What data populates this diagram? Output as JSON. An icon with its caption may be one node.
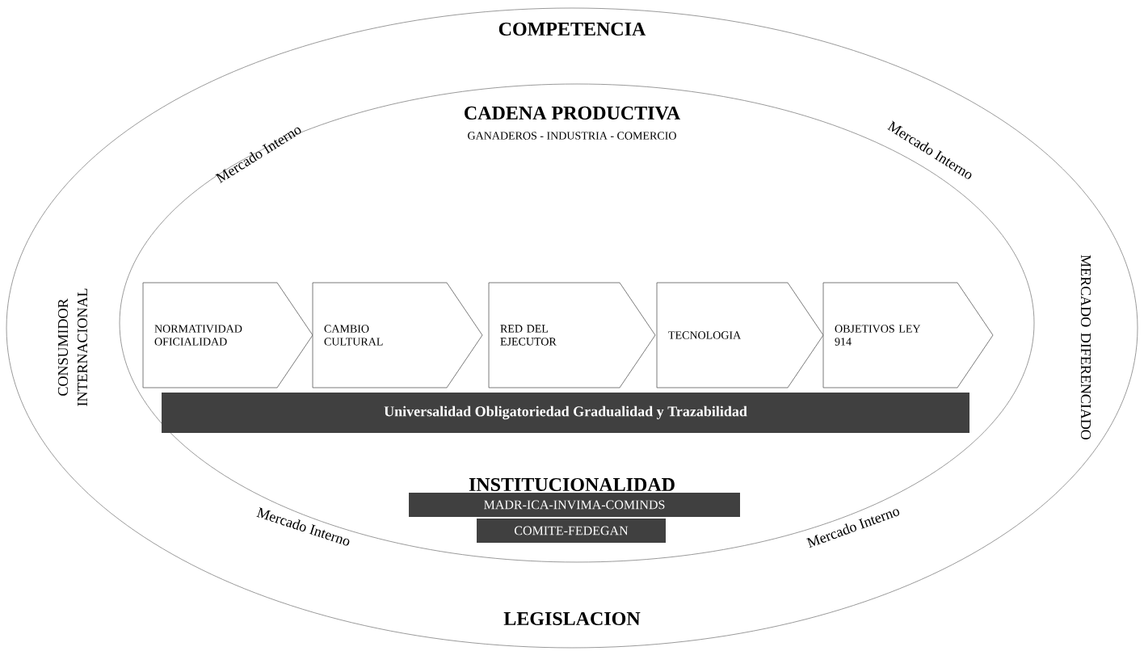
{
  "diagram": {
    "nodes": [
      {
        "text": [
          "COMPETENCIA",
          "CONSUMIDOR INTERNACIONAL",
          "MERCADO DIFERENCIADO",
          "LEGISLACION"
        ]
      },
      {
        "text": [
          "CADENA PRODUCTIVA",
          "GANADEROS - INDUSTRIA - COMERCIO",
          "INSTITUCIONALIDAD"
        ],
        "in": 0
      },
      {
        "text": [
          "NORMATIVIDAD OFICIALIDAD"
        ],
        "in": 1
      },
      {
        "text": [
          "CAMBIO CULTURAL"
        ],
        "in": 1
      },
      {
        "text": [
          "RED DEL EJECUTOR"
        ],
        "in": 1
      },
      {
        "text": [
          "TECNOLOGIA"
        ],
        "in": 1
      },
      {
        "text": [
          "OBJETIVOS LEY 914"
        ],
        "in": 1
      },
      {
        "text": [
          "Universalidad Obligatoriedad Gradualidad y Trazabilidad"
        ],
        "in": 1
      },
      {
        "text": [
          "MADR-ICA-INVIMA-COMINDS"
        ],
        "in": 1
      },
      {
        "text": [
          "COMITE-FEDEGAN"
        ],
        "in": 1
      }
    ],
    "labels": [
      "Mercado Interno",
      "Mercado Interno",
      "Mercado Interno",
      "Mercado Interno"
    ]
  }
}
